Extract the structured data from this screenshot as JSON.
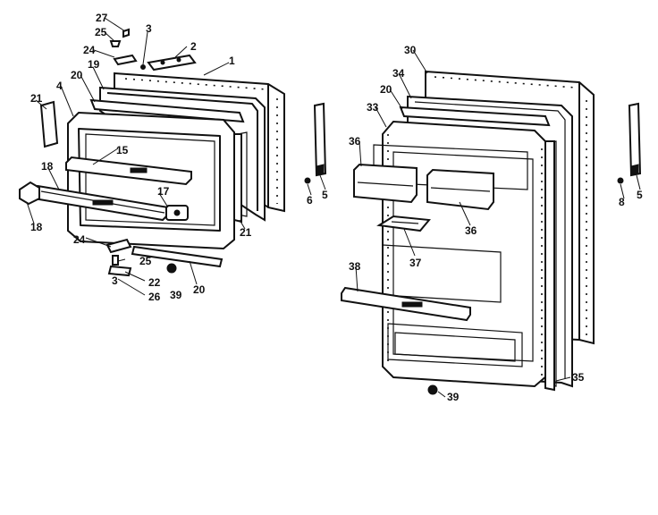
{
  "diagram": {
    "left_door_labels": [
      "27",
      "25",
      "24",
      "3",
      "2",
      "1",
      "20",
      "19",
      "4",
      "21",
      "15",
      "18",
      "17",
      "18",
      "21",
      "24",
      "25",
      "22",
      "3",
      "26",
      "39",
      "20"
    ],
    "right_door_labels": [
      "30",
      "34",
      "20",
      "33",
      "36",
      "36",
      "37",
      "38",
      "35",
      "39",
      "5",
      "6",
      "5",
      "8"
    ]
  }
}
